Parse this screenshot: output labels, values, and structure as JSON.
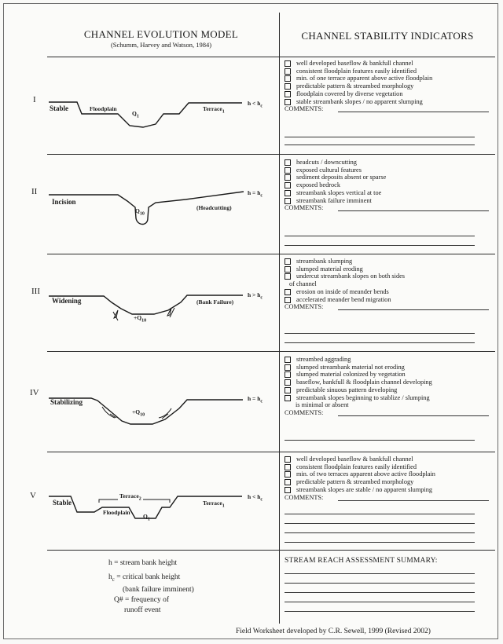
{
  "left_header": {
    "title": "CHANNEL EVOLUTION MODEL",
    "subtitle": "(Schumm, Harvey and Watson, 1984)"
  },
  "right_header": {
    "title": "CHANNEL STABILITY INDICATORS"
  },
  "comments_label": "COMMENTS:",
  "stages": [
    {
      "roman": "I",
      "name": "Stable",
      "floodplain": "Floodplain",
      "q": "Q",
      "q_sub": "1",
      "terrace": "Terrace",
      "terrace_sub": "1",
      "h": "h < h",
      "h_sub": "c",
      "indicators": [
        "well developed baseflow & bankfull channel",
        "consistent floodplain features easily identified",
        "min. of one terrace apparent above active floodplain",
        "predictable pattern & streambed morphology",
        "floodplain covered by diverse vegetation",
        "stable streambank slopes / no apparent slumping"
      ]
    },
    {
      "roman": "II",
      "name": "Incision",
      "q": "Q",
      "q_sub": "10",
      "process": "(Headcutting)",
      "h": "h = h",
      "h_sub": "c",
      "indicators": [
        "headcuts / downcutting",
        "exposed cultural features",
        "sediment deposits absent or sparse",
        "exposed bedrock",
        "streambank slopes vertical at toe",
        "streambank failure imminent"
      ]
    },
    {
      "roman": "III",
      "name": "Widening",
      "q": "+Q",
      "q_sub": "10",
      "process": "(Bank Failure)",
      "h": "h > h",
      "h_sub": "c",
      "indicators": [
        "streambank slumping",
        "slumped material eroding",
        "undercut streambank slopes on both sides",
        "of channel",
        "erosion on inside of meander bends",
        "accelerated meander bend migration"
      ]
    },
    {
      "roman": "IV",
      "name": "Stabilizing",
      "q": "+Q",
      "q_sub": "10",
      "h": "h = h",
      "h_sub": "c",
      "indicators": [
        "streambed aggrading",
        "slumped streambank material not eroding",
        "slumped material colonized by vegetation",
        "baseflow, bankfull & floodplain channel developing",
        "predictable sinuous pattern developing",
        "streambank slopes beginning to stablize / slumping",
        "is minimal or absent"
      ]
    },
    {
      "roman": "V",
      "name": "Stable",
      "floodplain": "Floodplain",
      "q": "Q",
      "q_sub": "1",
      "terrace_left": "Terrace",
      "terrace_left_sub": "2",
      "terrace": "Terrace",
      "terrace_sub": "1",
      "h": "h < h",
      "h_sub": "c",
      "indicators": [
        "well developed baseflow & bankfull channel",
        "consistent floodplain features easily identified",
        "min. of two terraces apparent above active floodplain",
        "predictable pattern & streambed morphology",
        "streambank slopes are stable / no apparent slumping"
      ]
    }
  ],
  "legend": {
    "h": "h = stream bank height",
    "hc_a": "h",
    "hc_sub": "c",
    "hc_b": " = critical bank height",
    "hc_c": "(bank failure imminent)",
    "q_a": "Q# = frequency of",
    "q_b": "runoff event"
  },
  "summary_title": "STREAM REACH ASSESSMENT SUMMARY:",
  "footer": "Field Worksheet developed by C.R. Sewell, 1999 (Revised 2002)"
}
